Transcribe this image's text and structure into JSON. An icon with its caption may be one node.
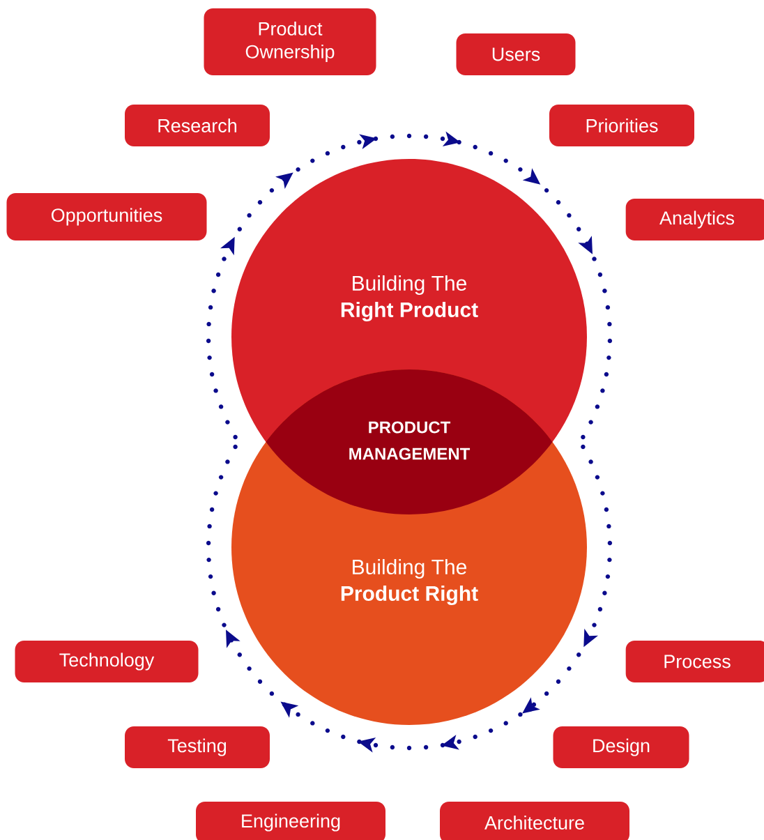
{
  "diagram": {
    "nodes": [
      {
        "text": [
          "Product Ownership"
        ]
      },
      {
        "text": [
          "Users"
        ]
      },
      {
        "text": [
          "Research"
        ]
      },
      {
        "text": [
          "Priorities"
        ]
      },
      {
        "text": [
          "Opportunities"
        ]
      },
      {
        "text": [
          "Analytics"
        ]
      },
      {
        "text": [
          "Building The",
          "Right Product"
        ]
      },
      {
        "text": [
          "PRODUCT MANAGEMENT"
        ]
      },
      {
        "text": [
          "Building The",
          "Product Right"
        ]
      },
      {
        "text": [
          "Technology"
        ]
      },
      {
        "text": [
          "Process"
        ]
      },
      {
        "text": [
          "Testing"
        ]
      },
      {
        "text": [
          "Design"
        ]
      },
      {
        "text": [
          "Engineering"
        ]
      },
      {
        "text": [
          "Architecture"
        ]
      }
    ]
  }
}
